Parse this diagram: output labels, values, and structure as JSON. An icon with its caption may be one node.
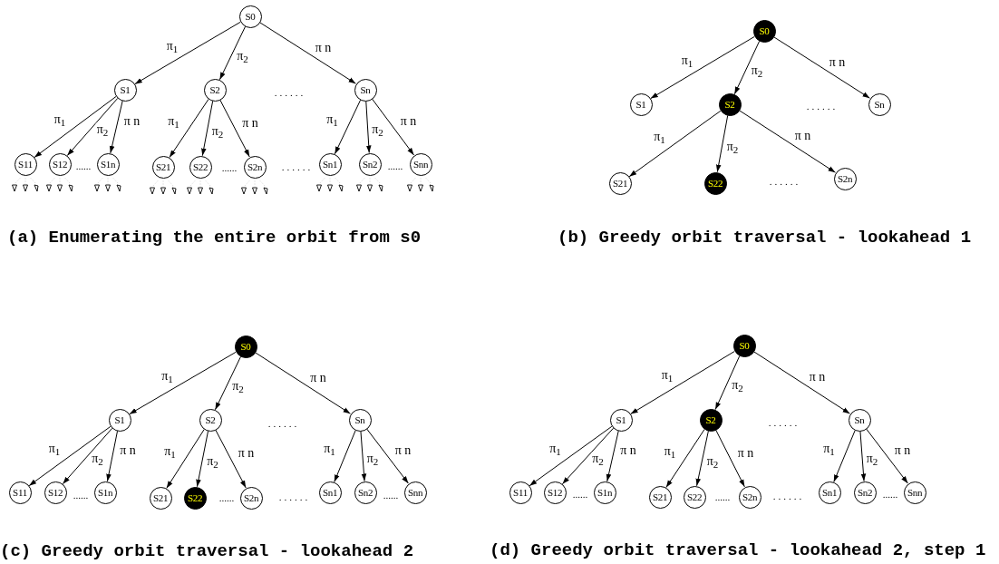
{
  "diagram": {
    "nodes": [
      {
        "text": [
          "S0"
        ]
      },
      {
        "text": [
          "S1"
        ]
      },
      {
        "text": [
          "S2"
        ]
      },
      {
        "text": [
          "Sn"
        ]
      },
      {
        "text": [
          "S11"
        ]
      },
      {
        "text": [
          "S12"
        ]
      },
      {
        "text": [
          "S1n"
        ]
      },
      {
        "text": [
          "S21"
        ]
      },
      {
        "text": [
          "S22"
        ]
      },
      {
        "text": [
          "S2n"
        ]
      },
      {
        "text": [
          "Sn1"
        ]
      },
      {
        "text": [
          "Sn2"
        ]
      },
      {
        "text": [
          "Snn"
        ]
      },
      {
        "text": [
          "S0"
        ]
      },
      {
        "text": [
          "S1"
        ]
      },
      {
        "text": [
          "S2"
        ]
      },
      {
        "text": [
          "Sn"
        ]
      },
      {
        "text": [
          "S21"
        ]
      },
      {
        "text": [
          "S22"
        ]
      },
      {
        "text": [
          "S2n"
        ]
      },
      {
        "text": [
          "S0"
        ]
      },
      {
        "text": [
          "S1"
        ]
      },
      {
        "text": [
          "S2"
        ]
      },
      {
        "text": [
          "Sn"
        ]
      },
      {
        "text": [
          "S11"
        ]
      },
      {
        "text": [
          "S12"
        ]
      },
      {
        "text": [
          "S1n"
        ]
      },
      {
        "text": [
          "S21"
        ]
      },
      {
        "text": [
          "S22"
        ]
      },
      {
        "text": [
          "S2n"
        ]
      },
      {
        "text": [
          "Sn1"
        ]
      },
      {
        "text": [
          "Sn2"
        ]
      },
      {
        "text": [
          "Snn"
        ]
      },
      {
        "text": [
          "S0"
        ]
      },
      {
        "text": [
          "S1"
        ]
      },
      {
        "text": [
          "S2"
        ]
      },
      {
        "text": [
          "Sn"
        ]
      },
      {
        "text": [
          "S11"
        ]
      },
      {
        "text": [
          "S12"
        ]
      },
      {
        "text": [
          "S1n"
        ]
      },
      {
        "text": [
          "S21"
        ]
      },
      {
        "text": [
          "S22"
        ]
      },
      {
        "text": [
          "S2n"
        ]
      },
      {
        "text": [
          "Sn1"
        ]
      },
      {
        "text": [
          "Sn2"
        ]
      },
      {
        "text": [
          "Snn"
        ]
      }
    ],
    "edges": [
      {
        "from": 0,
        "to": 1,
        "arrow": "to",
        "label": "π$_{1}$"
      },
      {
        "from": 0,
        "to": 2,
        "arrow": "to",
        "label": "π$_{2}$"
      },
      {
        "from": 0,
        "to": 3,
        "arrow": "to",
        "label": "π n"
      },
      {
        "from": 1,
        "to": 4,
        "arrow": "to",
        "label": "π$_{1}$"
      },
      {
        "from": 1,
        "to": 5,
        "arrow": "to",
        "label": "π$_{2}$"
      },
      {
        "from": 1,
        "to": 6,
        "arrow": "to",
        "label": "π n"
      },
      {
        "from": 2,
        "to": 7,
        "arrow": "to",
        "label": "π$_{1}$"
      },
      {
        "from": 2,
        "to": 8,
        "arrow": "to",
        "label": "π$_{2}$"
      },
      {
        "from": 2,
        "to": 9,
        "arrow": "to",
        "label": "π n"
      },
      {
        "from": 3,
        "to": 10,
        "arrow": "to",
        "label": "π$_{1}$"
      },
      {
        "from": 3,
        "to": 11,
        "arrow": "to",
        "label": "π$_{2}$"
      },
      {
        "from": 3,
        "to": 12,
        "arrow": "to",
        "label": "π n"
      },
      {
        "from": 13,
        "to": 14,
        "arrow": "to",
        "label": "π$_{1}$"
      },
      {
        "from": 13,
        "to": 15,
        "arrow": "to",
        "label": "π$_{2}$"
      },
      {
        "from": 13,
        "to": 16,
        "arrow": "to",
        "label": "π n"
      },
      {
        "from": 15,
        "to": 17,
        "arrow": "to",
        "label": "π$_{1}$"
      },
      {
        "from": 15,
        "to": 18,
        "arrow": "to",
        "label": "π$_{2}$"
      },
      {
        "from": 15,
        "to": 19,
        "arrow": "to",
        "label": "π n"
      },
      {
        "from": 20,
        "to": 21,
        "arrow": "to",
        "label": "π$_{1}$"
      },
      {
        "from": 20,
        "to": 22,
        "arrow": "to",
        "label": "π$_{2}$"
      },
      {
        "from": 20,
        "to": 23,
        "arrow": "to",
        "label": "π n"
      },
      {
        "from": 21,
        "to": 24,
        "arrow": "to",
        "label": "π$_{1}$"
      },
      {
        "from": 21,
        "to": 25,
        "arrow": "to",
        "label": "π$_{2}$"
      },
      {
        "from": 21,
        "to": 26,
        "arrow": "to",
        "label": "π n"
      },
      {
        "from": 22,
        "to": 27,
        "arrow": "to",
        "label": "π$_{1}$"
      },
      {
        "from": 22,
        "to": 28,
        "arrow": "to",
        "label": "π$_{2}$"
      },
      {
        "from": 22,
        "to": 29,
        "arrow": "to",
        "label": "π n"
      },
      {
        "from": 23,
        "to": 30,
        "arrow": "to",
        "label": "π$_{1}$"
      },
      {
        "from": 23,
        "to": 31,
        "arrow": "to",
        "label": "π$_{2}$"
      },
      {
        "from": 23,
        "to": 32,
        "arrow": "to",
        "label": "π n"
      },
      {
        "from": 33,
        "to": 34,
        "arrow": "to",
        "label": "π$_{1}$"
      },
      {
        "from": 33,
        "to": 35,
        "arrow": "to",
        "label": "π$_{2}$"
      },
      {
        "from": 33,
        "to": 36,
        "arrow": "to",
        "label": "π n"
      },
      {
        "from": 34,
        "to": 37,
        "arrow": "to",
        "label": "π$_{1}$"
      },
      {
        "from": 34,
        "to": 38,
        "arrow": "to",
        "label": "π$_{2}$"
      },
      {
        "from": 34,
        "to": 39,
        "arrow": "to",
        "label": "π n"
      },
      {
        "from": 35,
        "to": 40,
        "arrow": "to",
        "label": "π$_{1}$"
      },
      {
        "from": 35,
        "to": 41,
        "arrow": "to",
        "label": "π$_{2}$"
      },
      {
        "from": 35,
        "to": 42,
        "arrow": "to",
        "label": "π n"
      },
      {
        "from": 36,
        "to": 43,
        "arrow": "to",
        "label": "π$_{1}$"
      },
      {
        "from": 36,
        "to": 44,
        "arrow": "to",
        "label": "π$_{2}$"
      },
      {
        "from": 36,
        "to": 45,
        "arrow": "to",
        "label": "π n"
      }
    ],
    "labels": [
      "......",
      "......",
      "......",
      "......",
      "......",
      "(a) Enumerating the entire orbit from s0",
      "......",
      "......",
      "(b) Greedy orbit traversal - lookahead 1",
      "......",
      "......",
      "......",
      "......",
      "......",
      "(c) Greedy orbit traversal - lookahead 2",
      "......",
      "......",
      "......",
      "......",
      "......",
      "(d) Greedy orbit traversal - lookahead 2, step 1"
    ]
  }
}
